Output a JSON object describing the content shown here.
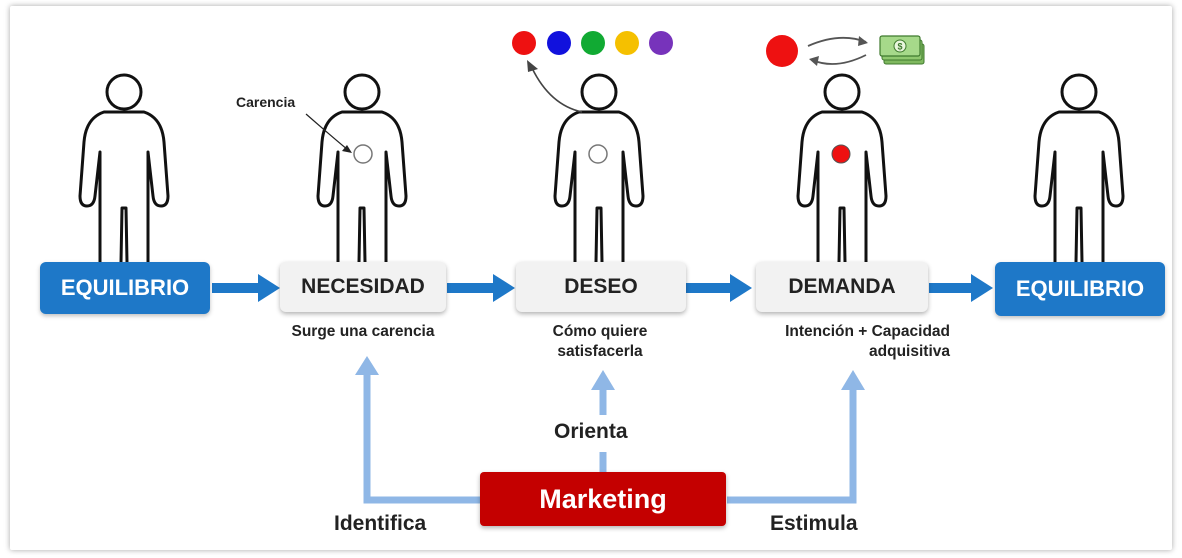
{
  "colors": {
    "blue_box": "#1e78c8",
    "flow_arrow": "#1e78c8",
    "feedback_arrow": "#8fb7e6",
    "marketing_box": "#c40000",
    "dots": [
      "#ee1111",
      "#1111dd",
      "#11aa33",
      "#f5c000",
      "#7733bb"
    ]
  },
  "flow": {
    "start_label": "EQUILIBRIO",
    "end_label": "EQUILIBRIO",
    "stages": [
      {
        "label": "NECESIDAD",
        "desc": "Surge una carencia"
      },
      {
        "label": "DESEO",
        "desc": "Cómo quiere satisfacerla"
      },
      {
        "label": "DEMANDA",
        "desc": "Intención + Capacidad adquisitiva"
      }
    ]
  },
  "annotation": {
    "carencia": "Carencia"
  },
  "marketing": {
    "label": "Marketing",
    "identifica": "Identifica",
    "orienta": "Orienta",
    "estimula": "Estimula"
  },
  "icons": [
    "person-icon",
    "exchange-arrows-icon",
    "money-icon"
  ]
}
